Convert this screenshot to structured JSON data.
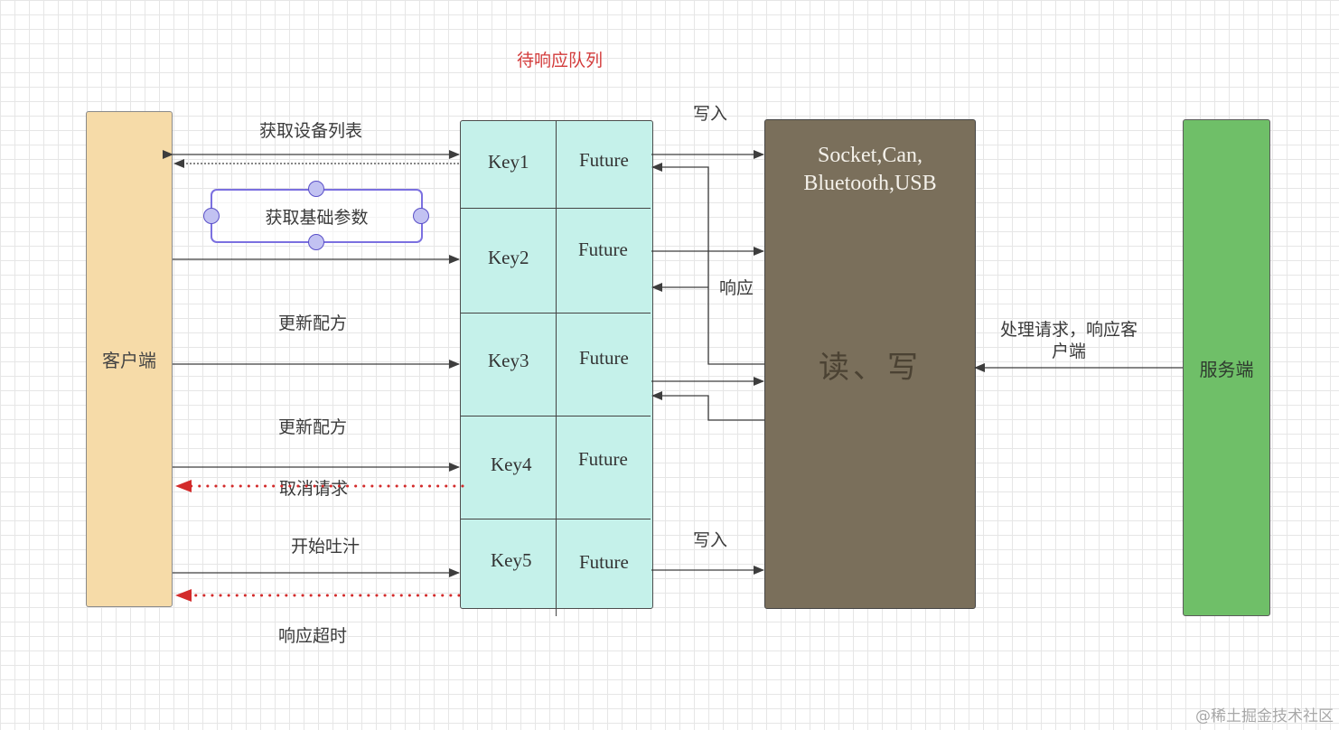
{
  "queue_title": "待响应队列",
  "client_label": "客户端",
  "server_label": "服务端",
  "io_title": "Socket,Can,\nBluetooth,USB",
  "io_action": "读、写",
  "queue_rows": [
    {
      "key": "Key1",
      "future": "Future"
    },
    {
      "key": "Key2",
      "future": "Future"
    },
    {
      "key": "Key3",
      "future": "Future"
    },
    {
      "key": "Key4",
      "future": "Future"
    },
    {
      "key": "Key5",
      "future": "Future"
    }
  ],
  "requests": {
    "get_devices": "获取设备列表",
    "get_params": "获取基础参数",
    "update_recipe_1": "更新配方",
    "update_recipe_2": "更新配方",
    "cancel": "取消请求",
    "start_spit": "开始吐汁",
    "timeout": "响应超时"
  },
  "write_label_top": "写入",
  "write_label_bottom": "写入",
  "response_label": "响应",
  "server_action": "处理请求，响应客\n户端",
  "watermark": "@稀土掘金技术社区",
  "colors": {
    "accent_red": "#d33b3b",
    "client": "#f6dba8",
    "server": "#6fbf68",
    "queue": "#c5f1ea",
    "io": "#7a6f5b",
    "selection": "#7b70e0"
  }
}
